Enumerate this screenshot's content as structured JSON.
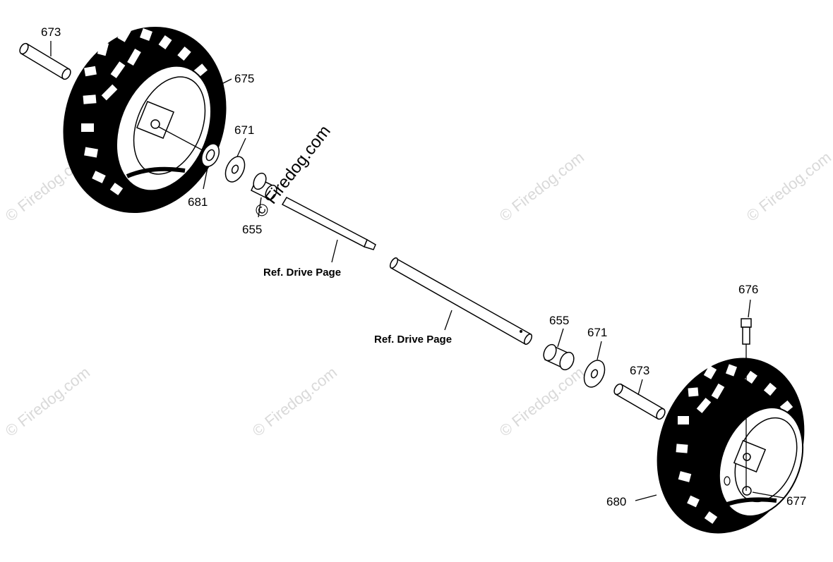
{
  "callouts": {
    "c673_top": "673",
    "c675": "675",
    "c671_top": "671",
    "c681": "681",
    "c655_top": "655",
    "c676": "676",
    "c655_bottom": "655",
    "c671_bottom": "671",
    "c673_bottom": "673",
    "c680": "680",
    "c677": "677"
  },
  "references": {
    "ref_left": "Ref. Drive Page",
    "ref_right": "Ref. Drive Page"
  },
  "watermark": {
    "text": "© Firedog.com"
  },
  "colors": {
    "ink": "#000000",
    "paper": "#ffffff",
    "watermark": "#d9d9d9"
  }
}
